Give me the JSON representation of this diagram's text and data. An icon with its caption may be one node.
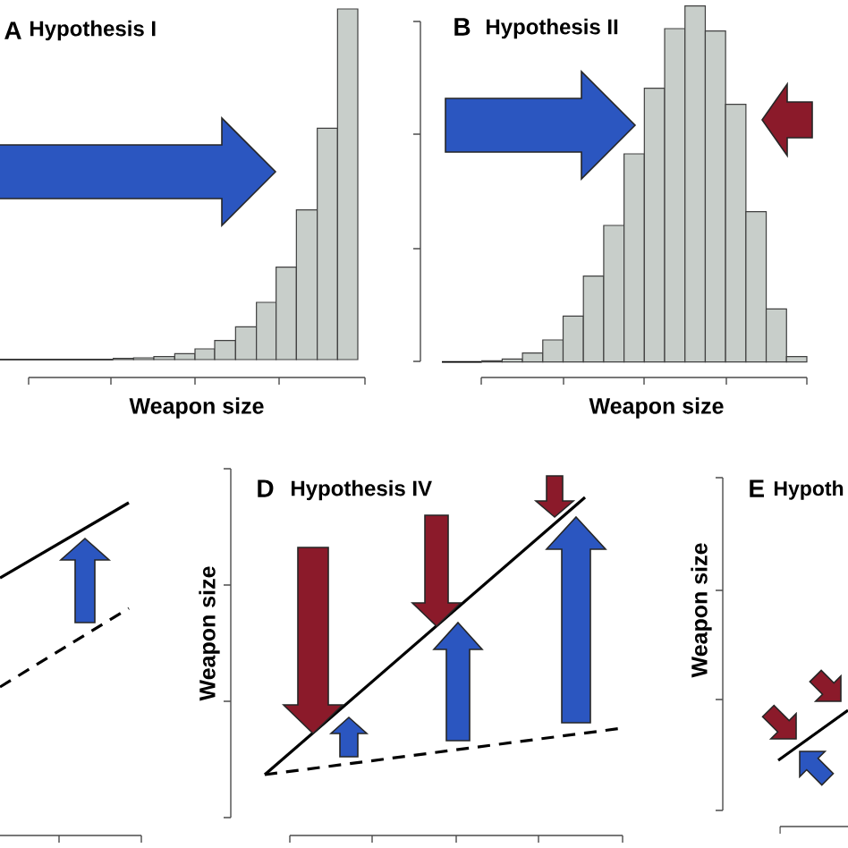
{
  "diagram": {
    "labels": [
      "A",
      "Hypothesis I",
      "Weapon size",
      "B",
      "Hypothesis II",
      "Weapon size",
      "Weapon size",
      "D",
      "Hypothesis IV",
      "Weapon size",
      "E",
      "Hypoth"
    ]
  }
}
